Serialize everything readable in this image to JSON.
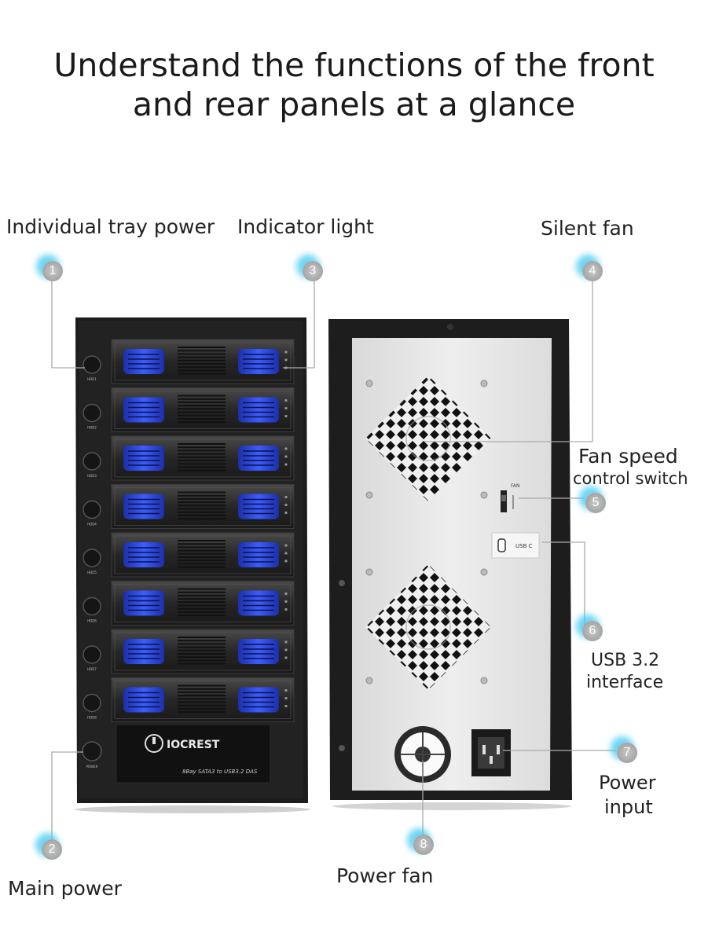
{
  "title": {
    "line1": "Understand the functions of the front",
    "line2": "and rear panels at a glance"
  },
  "callouts": [
    {
      "num": "1",
      "label": "Individual tray power"
    },
    {
      "num": "2",
      "label": "Main power"
    },
    {
      "num": "3",
      "label": "Indicator light"
    },
    {
      "num": "4",
      "label": "Silent fan"
    },
    {
      "num": "5",
      "label_line1": "Fan speed",
      "label_line2": "control switch"
    },
    {
      "num": "6",
      "label_line1": "USB 3.2",
      "label_line2": "interface"
    },
    {
      "num": "7",
      "label_line1": "Power",
      "label_line2": "input"
    },
    {
      "num": "8",
      "label": "Power fan"
    }
  ],
  "front_panel": {
    "brand": "IOCREST",
    "model": "8Bay SATA3 to USB3.2 DAS",
    "bay_labels": [
      "HDD1",
      "HDD2",
      "HDD3",
      "HDD4",
      "HDD5",
      "HDD6",
      "HDD7",
      "HDD8"
    ],
    "power_label": "POWER"
  },
  "rear_panel": {
    "fan_switch_label": "FAN",
    "usb_label": "USB C"
  }
}
